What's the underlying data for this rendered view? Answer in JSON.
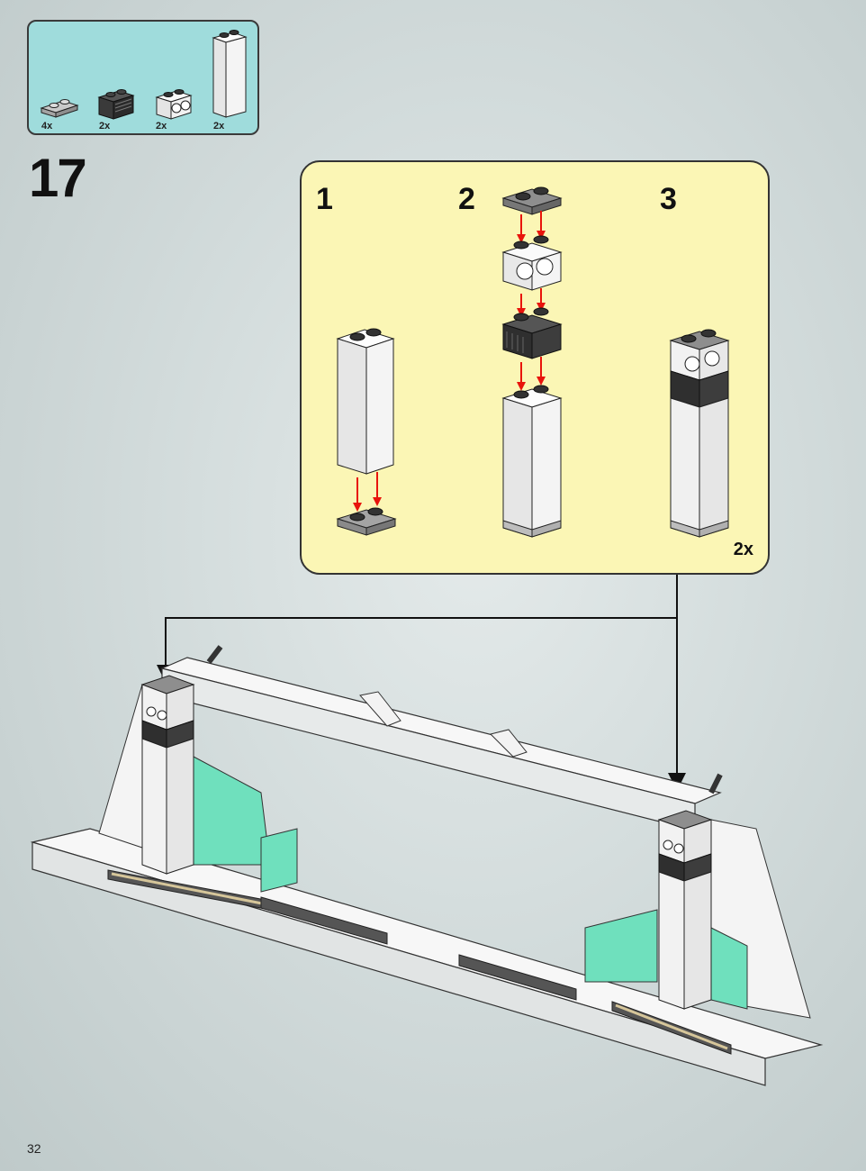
{
  "parts_list": {
    "items": [
      {
        "name": "plate 1x2 light gray",
        "quantity": "4x"
      },
      {
        "name": "brick 1x2 grille dark gray",
        "quantity": "2x"
      },
      {
        "name": "technic brick 1x2 with holes white",
        "quantity": "2x"
      },
      {
        "name": "brick 1x2x5 white",
        "quantity": "2x"
      }
    ]
  },
  "step": {
    "number": "17"
  },
  "substeps": {
    "labels": [
      "1",
      "2",
      "3"
    ],
    "multiplier": "2x"
  },
  "page": {
    "number": "32"
  },
  "colors": {
    "parts_background": "#9fdcdc",
    "substep_background": "#fbf6b5",
    "arrow_red": "#e8140c",
    "accent_teal": "#6fe0bd"
  }
}
